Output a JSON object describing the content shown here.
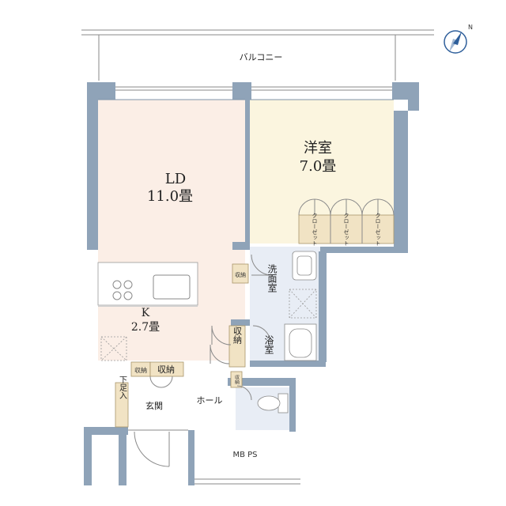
{
  "rooms": {
    "balcony": "バルコニー",
    "ld_name": "LD",
    "ld_size": "11.0畳",
    "bedroom_name": "洋室",
    "bedroom_size": "7.0畳",
    "kitchen_name": "K",
    "kitchen_size": "2.7畳",
    "washroom": "洗面室",
    "bath": "浴室",
    "hall": "ホール",
    "entrance": "玄関",
    "shoe_storage": "下足入",
    "storage": "収納",
    "storage_small": "収納",
    "mb_ps": "MB PS"
  },
  "closets": [
    "クローゼット",
    "クローゼット",
    "クローゼット"
  ],
  "compass": {
    "label": "N"
  },
  "colors": {
    "ld_floor": "#fbeee6",
    "bedroom_floor": "#fbf5df",
    "wet_floor": "#e8edf5",
    "storage_floor": "#f1e3c4",
    "wall": "#8fa3b8",
    "compass": "#2f5f9b"
  }
}
